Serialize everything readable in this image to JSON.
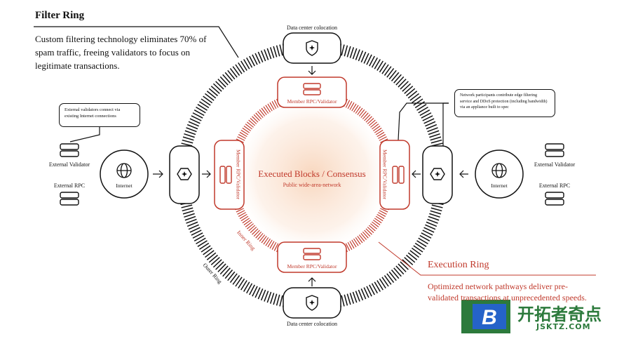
{
  "filter_ring": {
    "title": "Filter Ring",
    "description": "Custom filtering technology eliminates 70% of spam traffic, freeing validators to focus on legitimate transactions."
  },
  "execution_ring": {
    "title": "Execution Ring",
    "description": "Optimized network pathways deliver pre-validated transactions at unprecedented speeds."
  },
  "center": {
    "title": "Executed Blocks / Consensus",
    "subtitle": "Public wide-area-network"
  },
  "labels": {
    "data_center_top": "Data center colocation",
    "data_center_bottom": "Data center colocation",
    "member_top": "Member RPC/Validator",
    "member_bottom": "Member RPC/Validator",
    "member_left": "Member RPC/Validator",
    "member_right": "Member RPC/Validator",
    "internet_left": "Internet",
    "internet_right": "Internet",
    "ext_validator_left": "External Validator",
    "ext_rpc_left": "External RPC",
    "ext_validator_right": "External Validator",
    "ext_rpc_right": "External RPC",
    "inner_ring": "Inner Ring",
    "outer_ring": "Outer Ring"
  },
  "notes": {
    "external": "External validators connect via existing Internet connections",
    "network": "Network participants contribute edge filtering service and DDoS protection (including bandwidth) via an appliance built to spec"
  },
  "watermark": {
    "brand": "开拓者奇点",
    "url": "JSKTZ.COM",
    "letter": "B"
  },
  "colors": {
    "accent": "#c0392b",
    "ink": "#111111",
    "brand_green": "#2c7a3c",
    "brand_blue": "#2563c9"
  }
}
